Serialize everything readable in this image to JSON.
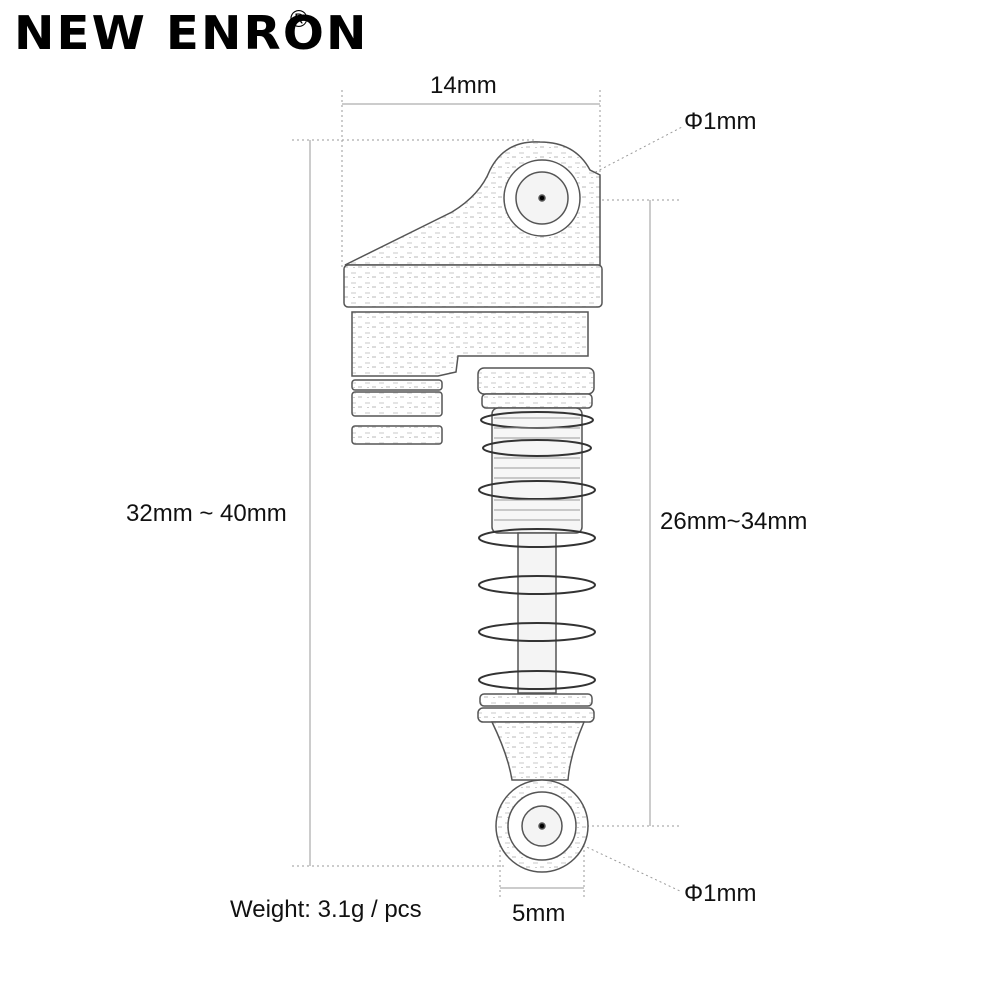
{
  "brand": {
    "name": "NEW ENRON",
    "registered_mark": "®"
  },
  "dimensions": {
    "top_width": "14mm",
    "top_hole": "Φ1mm",
    "overall_length": "32mm ~ 40mm",
    "eye_to_eye_length": "26mm~34mm",
    "bottom_hole": "Φ1mm",
    "bottom_width": "5mm"
  },
  "spec": {
    "weight": "Weight: 3.1g / pcs"
  },
  "colors": {
    "line": "#9a9a9a",
    "part_stroke": "#555555",
    "text": "#111111"
  }
}
